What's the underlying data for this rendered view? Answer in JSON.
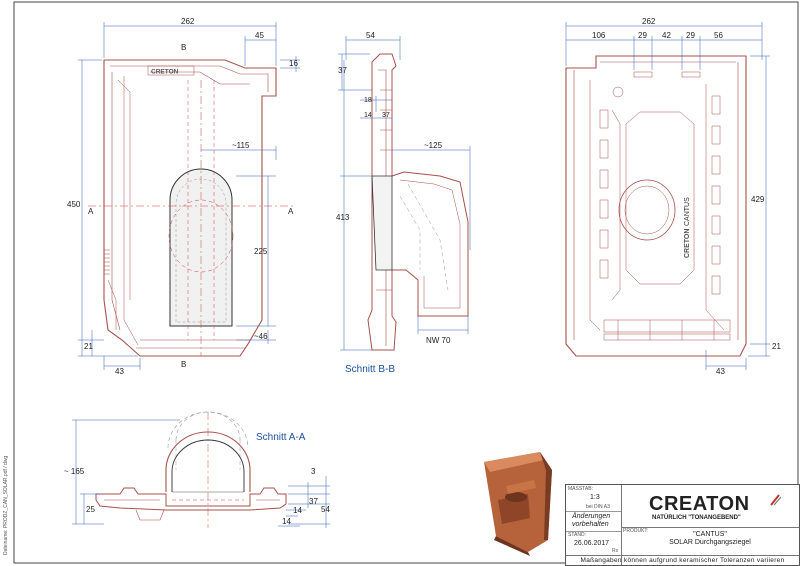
{
  "labels": {
    "section_bb": "Schnitt B-B",
    "section_aa": "Schnitt A-A",
    "mark_a": "A",
    "mark_b": "B",
    "logo_text": "CRETON",
    "side_brand": "CANTUS"
  },
  "front_view": {
    "dims": {
      "width": "262",
      "right_top": "45",
      "top_offset": "16",
      "height": "450",
      "tail": "21",
      "bottom_left": "43",
      "opening_width": "~115",
      "opening_height": "225",
      "opening_bottom": "~46"
    }
  },
  "section_bb": {
    "dims": {
      "top_width": "54",
      "top_height": "37",
      "d18": "18",
      "d14": "14",
      "d37": "37",
      "reach": "~125",
      "height": "413",
      "nw": "NW 70"
    }
  },
  "back_view": {
    "dims": {
      "width": "262",
      "d106": "106",
      "d29a": "29",
      "d42": "42",
      "d29b": "29",
      "d56": "56",
      "height": "429",
      "tail": "21",
      "bottom_right": "43"
    }
  },
  "section_aa": {
    "dims": {
      "height": "~ 165",
      "d25": "25",
      "d3": "3",
      "d37": "37",
      "d54": "54",
      "d14a": "14",
      "d14b": "14"
    }
  },
  "title_block": {
    "scale_label": "MASSTAB:",
    "scale_value": "1:3",
    "scale_note": "bei DIN A3",
    "changes": "Änderungen vorbehalten",
    "date_label": "STAND:",
    "date_value": "26.06.2017",
    "rev": "Rs",
    "product_label": "PRODUKT:",
    "company": "CREATON",
    "tagline": "NATÜRLICH \"TONANGEBEND\"",
    "product_line1": "\"CANTUS\"",
    "product_line2": "SOLAR Durchgangsziegel",
    "footer": "Maßangaben können aufgrund keramischer Toleranzen variieren"
  },
  "file_path": "Dateiname: PRODZ_CAN_SOLAR.pdf / dwg",
  "colors": {
    "outline": "#a8504a",
    "dim_line": "#2f5fb3",
    "hidden": "#c44",
    "tile": "#b6623a",
    "tile_dark": "#7a3b22",
    "tile_light": "#d98a5e"
  }
}
